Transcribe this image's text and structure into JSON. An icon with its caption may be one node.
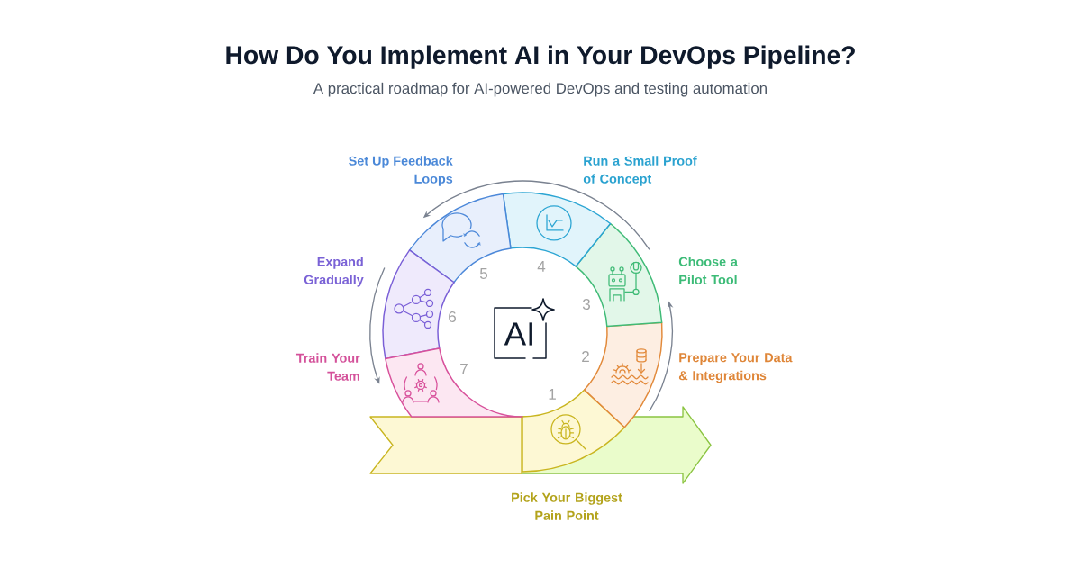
{
  "diagram": {
    "title": "How Do You Implement AI in Your DevOps Pipeline?",
    "nodes": [
      {
        "text": [
          "Pick Your Biggest Pain Point"
        ],
        "beside": [
          "1"
        ]
      },
      {
        "text": [
          "Prepare Your Data & Integrations"
        ],
        "beside": [
          "2"
        ]
      },
      {
        "text": [
          "Choose a Pilot Tool"
        ],
        "beside": [
          "3"
        ]
      },
      {
        "text": [
          "Run a Small Proof of Concept"
        ],
        "beside": [
          "4"
        ]
      },
      {
        "text": [
          "Set Up Feedback Loops"
        ],
        "beside": [
          "5"
        ]
      },
      {
        "text": [
          "Expand Gradually"
        ],
        "beside": [
          "6"
        ]
      },
      {
        "text": [
          "Train Your Team"
        ],
        "beside": [
          "7"
        ]
      },
      {
        "text": [
          "AI"
        ]
      }
    ],
    "labels": [
      "A practical roadmap for AI-powered DevOps and testing automation"
    ]
  }
}
